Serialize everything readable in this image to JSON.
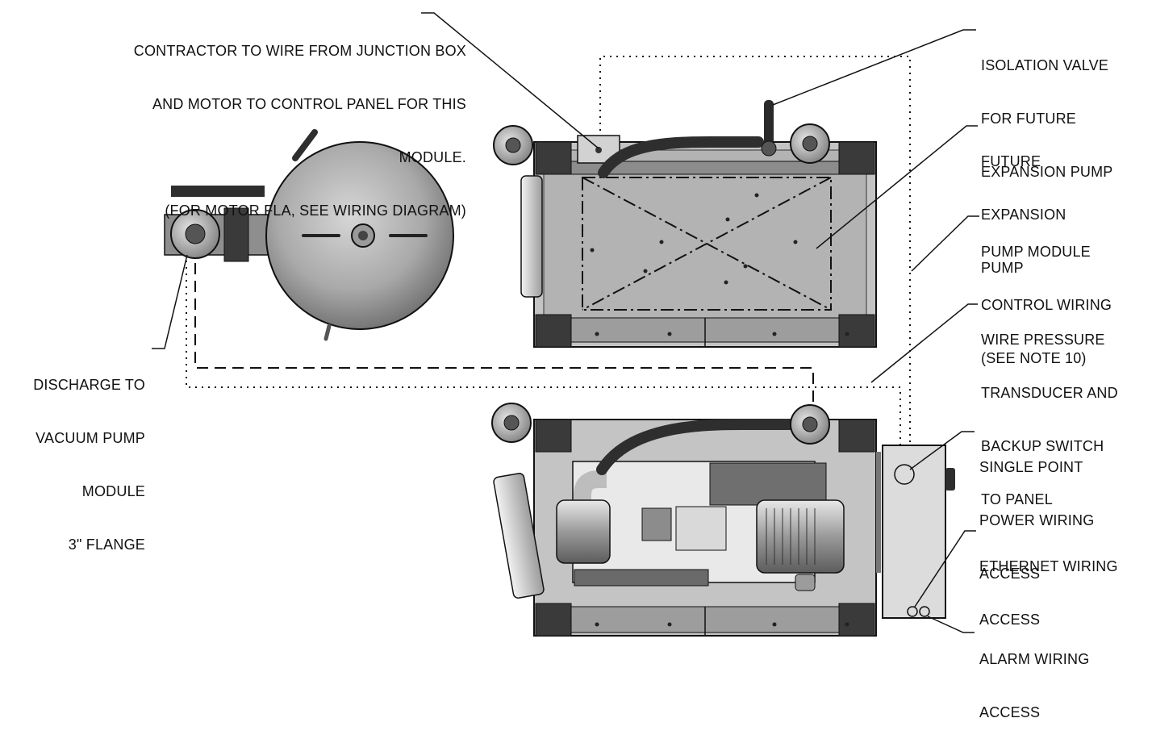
{
  "labels": {
    "contractor": [
      "CONTRACTOR TO WIRE FROM JUNCTION BOX",
      "AND MOTOR TO CONTROL PANEL FOR THIS",
      "MODULE.",
      "(FOR MOTOR FLA, SEE WIRING DIAGRAM)"
    ],
    "isolation_valve": [
      "ISOLATION VALVE",
      "FOR FUTURE",
      "EXPANSION PUMP"
    ],
    "future_pump": [
      "FUTURE",
      "EXPANSION",
      "PUMP"
    ],
    "control_wiring": [
      "PUMP MODULE",
      "CONTROL WIRING",
      "(SEE NOTE 10)"
    ],
    "pressure_transducer": [
      "WIRE PRESSURE",
      "TRANSDUCER AND",
      "BACKUP SWITCH",
      "TO PANEL"
    ],
    "discharge": [
      "DISCHARGE TO",
      "VACUUM PUMP",
      "MODULE",
      "3\" FLANGE"
    ],
    "single_point": [
      "SINGLE POINT",
      "POWER WIRING",
      "ACCESS"
    ],
    "ethernet": [
      "ETHERNET WIRING",
      "ACCESS"
    ],
    "alarm": [
      "ALARM WIRING",
      "ACCESS"
    ]
  },
  "colors": {
    "line": "#111111",
    "frame_light": "#c9c9c9",
    "frame_dark": "#6f6f6f",
    "tank": "#b9b9b9",
    "hose": "#2e2e2e"
  }
}
